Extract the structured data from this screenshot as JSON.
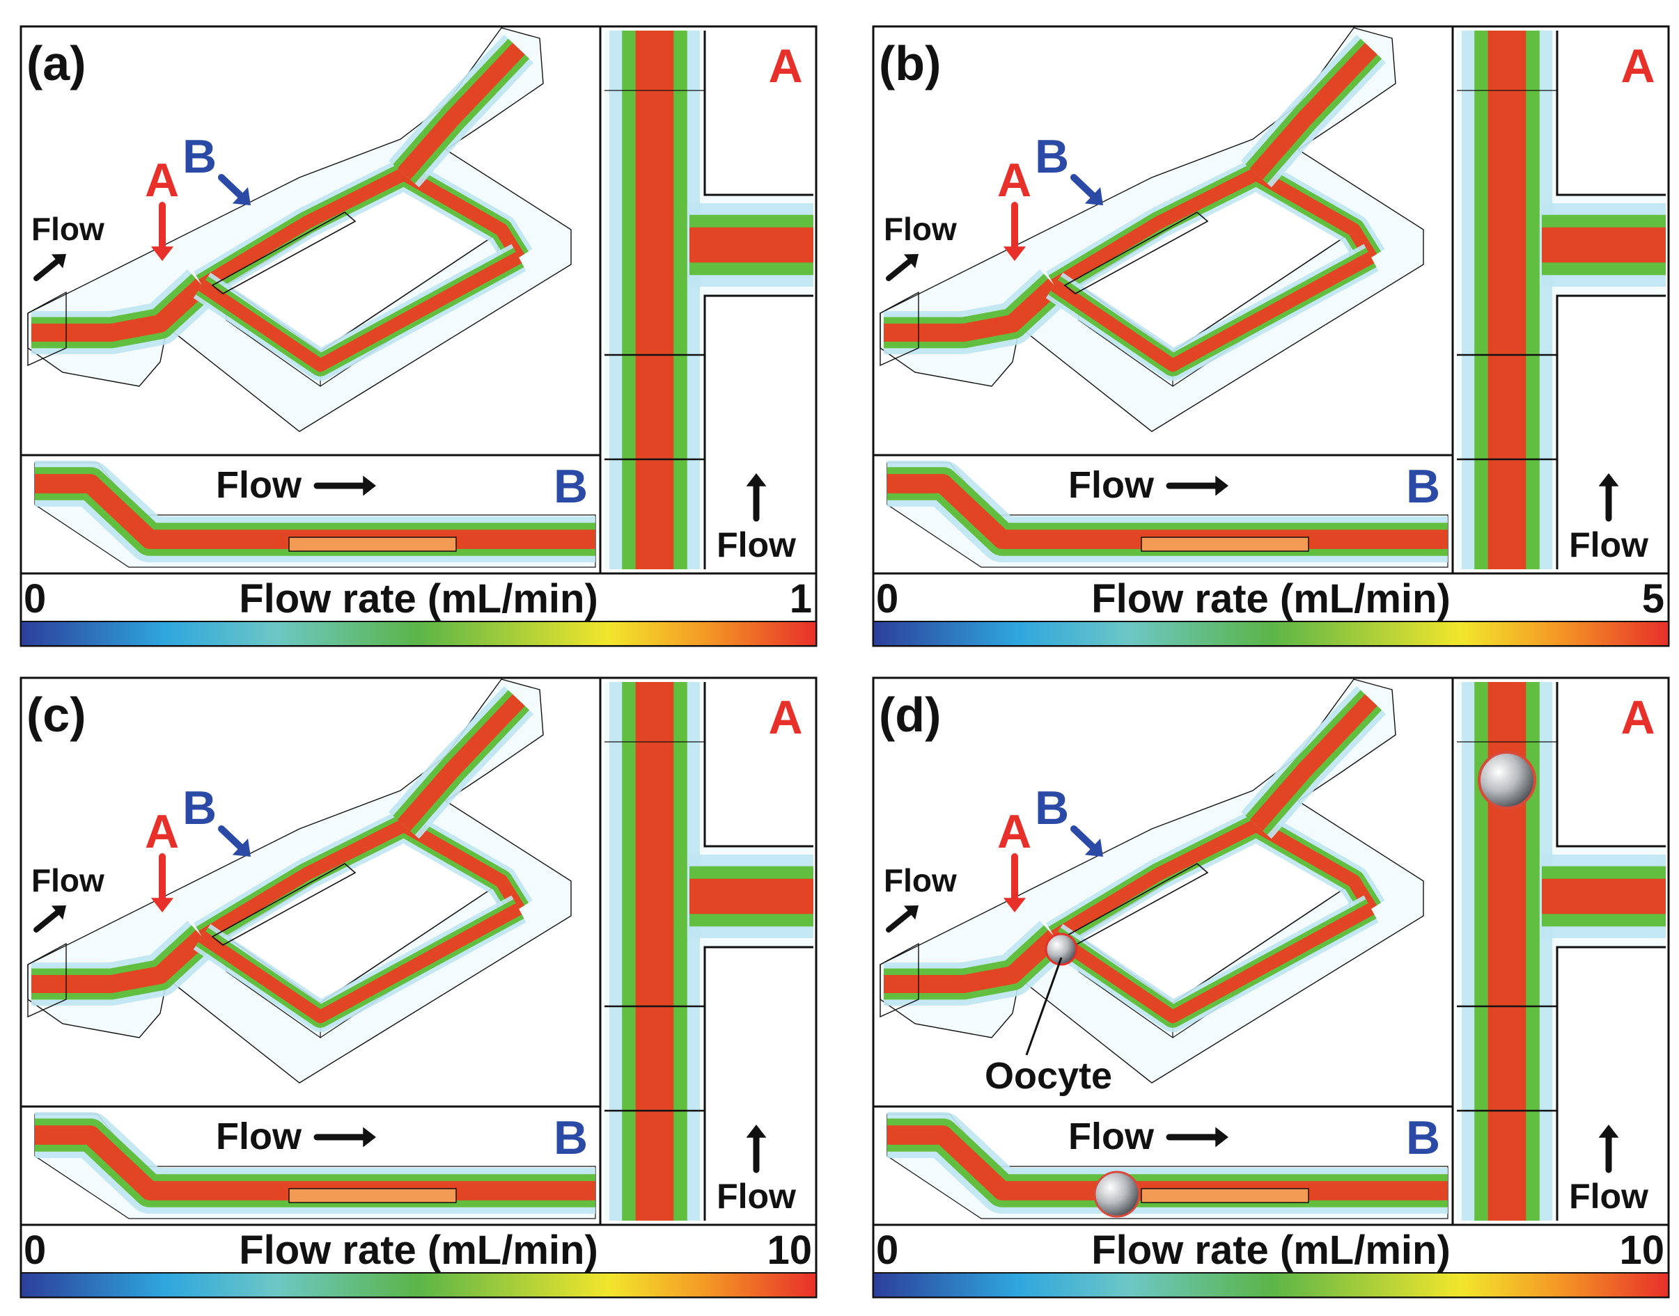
{
  "colors": {
    "red": "#e8302a",
    "blue": "#2b4aa6",
    "black": "#111111",
    "flow_core": "#ee3b22",
    "flow_mid": "#57b92a",
    "flow_edge": "#bfe6f2"
  },
  "colorbar_colors": [
    "#2d3f9a",
    "#2ea6de",
    "#6cc7c5",
    "#5bb548",
    "#f2e62c",
    "#f49a25",
    "#e8302a"
  ],
  "cross_section_label": "A",
  "long_section_label": "B",
  "flow_word": "Flow",
  "colorbar_title": "Flow rate (mL/min)",
  "panels": [
    {
      "id": "a",
      "label": "(a)",
      "scale_min": "0",
      "scale_max": "1",
      "has_oocyte": false
    },
    {
      "id": "b",
      "label": "(b)",
      "scale_min": "0",
      "scale_max": "5",
      "has_oocyte": false
    },
    {
      "id": "c",
      "label": "(c)",
      "scale_min": "0",
      "scale_max": "10",
      "has_oocyte": false
    },
    {
      "id": "d",
      "label": "(d)",
      "scale_min": "0",
      "scale_max": "10",
      "has_oocyte": true,
      "oocyte_label": "Oocyte"
    }
  ],
  "icons": [
    "arrow-right-icon",
    "arrow-up-icon",
    "arrow-down-icon",
    "arrow-diagonal-icon"
  ]
}
